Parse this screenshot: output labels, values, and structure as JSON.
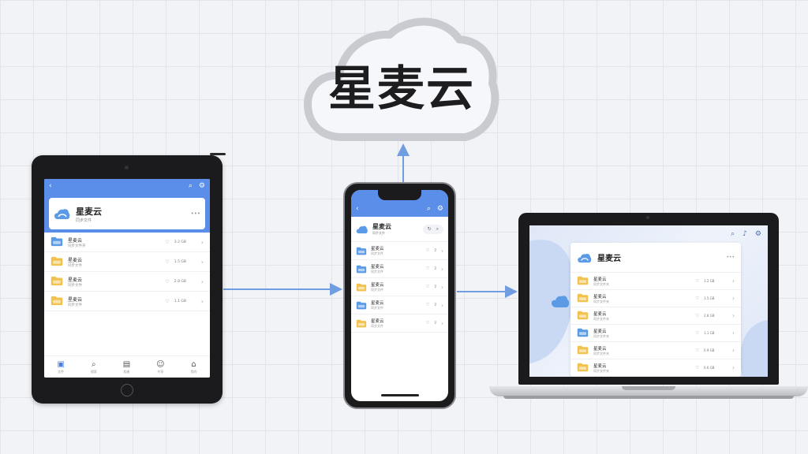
{
  "brand": {
    "name": "星麦云"
  },
  "tablet": {
    "app_name": "星麦云",
    "app_sub": "同步文件",
    "more": "•••",
    "rows": [
      {
        "name": "星麦云",
        "meta": "同步文件夹",
        "size": "3.2 GB",
        "icon_color": "#5b9be6"
      },
      {
        "name": "星麦云",
        "meta": "同步文件",
        "size": "1.5 GB",
        "icon_color": "#f2c14e"
      },
      {
        "name": "星麦云",
        "meta": "同步文件",
        "size": "2.8 GB",
        "icon_color": "#f2c14e"
      },
      {
        "name": "星麦云",
        "meta": "同步文件",
        "size": "1.1 GB",
        "icon_color": "#f2c14e"
      }
    ],
    "nav": [
      {
        "label": "文件",
        "icon": "folder-icon"
      },
      {
        "label": "搜索",
        "icon": "search-icon"
      },
      {
        "label": "相册",
        "icon": "album-icon"
      },
      {
        "label": "共享",
        "icon": "share-icon"
      },
      {
        "label": "我的",
        "icon": "user-icon"
      }
    ]
  },
  "phone": {
    "app_name": "星麦云",
    "app_sub": "同步文件",
    "rows": [
      {
        "name": "星麦云",
        "meta": "同步文件",
        "icon_color": "#5b9be6"
      },
      {
        "name": "星麦云",
        "meta": "同步文件",
        "icon_color": "#5b9be6"
      },
      {
        "name": "星麦云",
        "meta": "同步文件",
        "icon_color": "#f2c14e"
      },
      {
        "name": "星麦云",
        "meta": "同步文件",
        "icon_color": "#5b9be6"
      },
      {
        "name": "星麦云",
        "meta": "同步文件",
        "icon_color": "#f2c14e"
      }
    ]
  },
  "laptop": {
    "app_name": "星麦云",
    "more": "•••",
    "rows": [
      {
        "name": "星麦云",
        "meta": "同步文件夹",
        "size": "3.2 GB",
        "icon_color": "#f2c14e"
      },
      {
        "name": "星麦云",
        "meta": "同步文件夹",
        "size": "1.5 GB",
        "icon_color": "#f2c14e"
      },
      {
        "name": "星麦云",
        "meta": "同步文件夹",
        "size": "2.8 GB",
        "icon_color": "#f2c14e"
      },
      {
        "name": "星麦云",
        "meta": "同步文件夹",
        "size": "1.1 GB",
        "icon_color": "#5b9be6"
      },
      {
        "name": "星麦云",
        "meta": "同步文件夹",
        "size": "0.9 GB",
        "icon_color": "#f2c14e"
      },
      {
        "name": "星麦云",
        "meta": "同步文件夹",
        "size": "0.6 GB",
        "icon_color": "#f2c14e"
      }
    ]
  },
  "colors": {
    "accent": "#5a8ee8",
    "arrow": "#6f9de0",
    "folder_yellow": "#f2c14e",
    "folder_blue": "#5b9be6"
  }
}
